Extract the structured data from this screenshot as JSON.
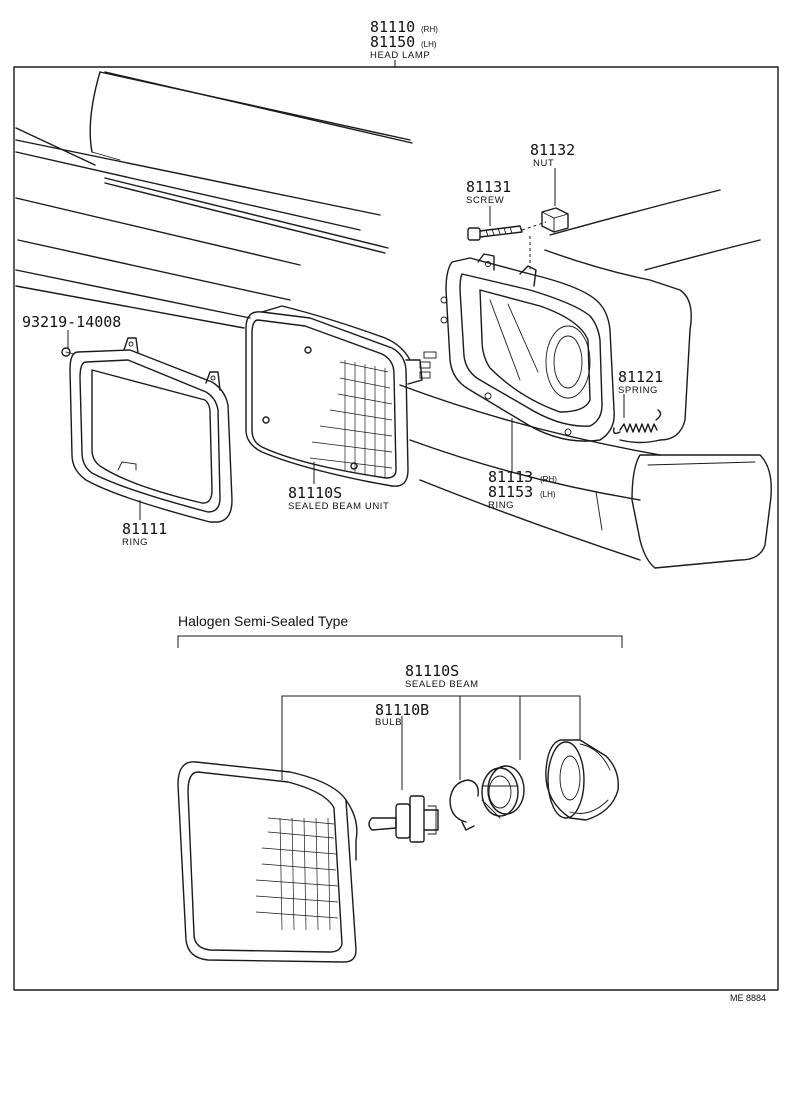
{
  "callouts": {
    "head_lamp": {
      "part1": "81110",
      "suffix1": "(RH)",
      "part2": "81150",
      "suffix2": "(LH)",
      "name": "HEAD LAMP"
    },
    "nut": {
      "part": "81132",
      "name": "NUT"
    },
    "screw": {
      "part": "81131",
      "name": "SCREW"
    },
    "bolt": {
      "part": "93219-14008"
    },
    "spring": {
      "part": "81121",
      "name": "SPRING"
    },
    "ring_mount": {
      "part1": "81113",
      "suffix1": "(RH)",
      "part2": "81153",
      "suffix2": "(LH)",
      "name": "RING"
    },
    "sealed_beam_unit": {
      "part": "81110S",
      "name": "SEALED BEAM UNIT"
    },
    "ring_front": {
      "part": "81111",
      "name": "RING"
    }
  },
  "halogen": {
    "title": "Halogen Semi-Sealed Type",
    "sealed_beam": {
      "part": "81110S",
      "name": "SEALED BEAM"
    },
    "bulb": {
      "part": "81110B",
      "name": "BULB"
    }
  },
  "drawing_code": "ME 8884"
}
